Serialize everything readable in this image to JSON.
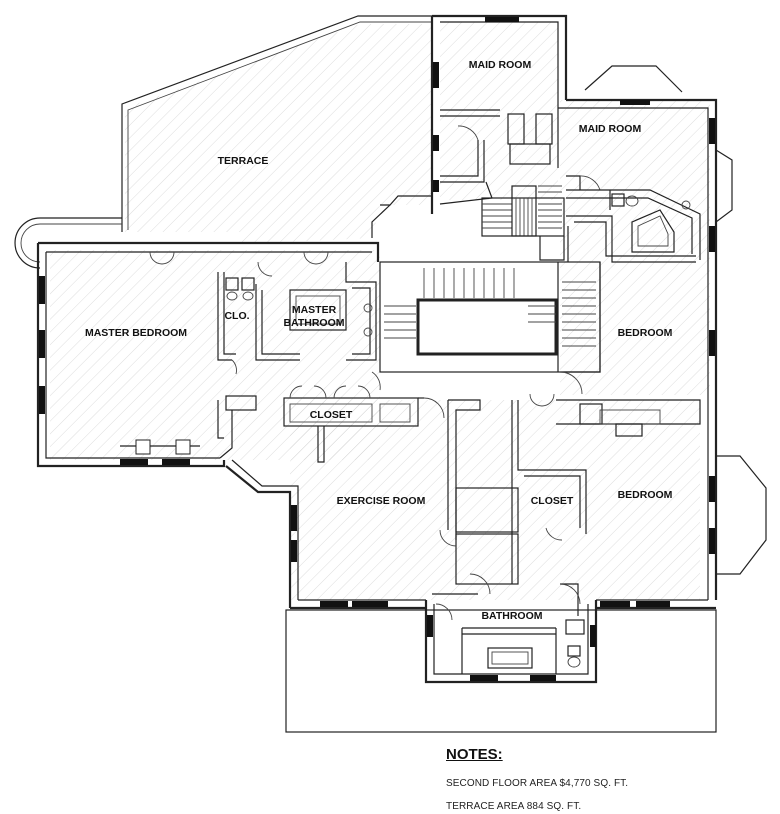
{
  "rooms": {
    "maid_room_1": "MAID ROOM",
    "maid_room_2": "MAID ROOM",
    "terrace": "TERRACE",
    "master_bedroom": "MASTER BEDROOM",
    "closet_small": "CLO.",
    "master_bathroom_1": "MASTER",
    "master_bathroom_2": "BATHROOM",
    "bedroom_1": "BEDROOM",
    "closet_1": "CLOSET",
    "exercise_room": "EXERCISE ROOM",
    "closet_2": "CLOSET",
    "bedroom_2": "BEDROOM",
    "bathroom": "BATHROOM"
  },
  "notes": {
    "title": "NOTES:",
    "lines": [
      "SECOND FLOOR AREA $4,770 SQ. FT.",
      "TERRACE AREA 884 SQ. FT."
    ]
  }
}
